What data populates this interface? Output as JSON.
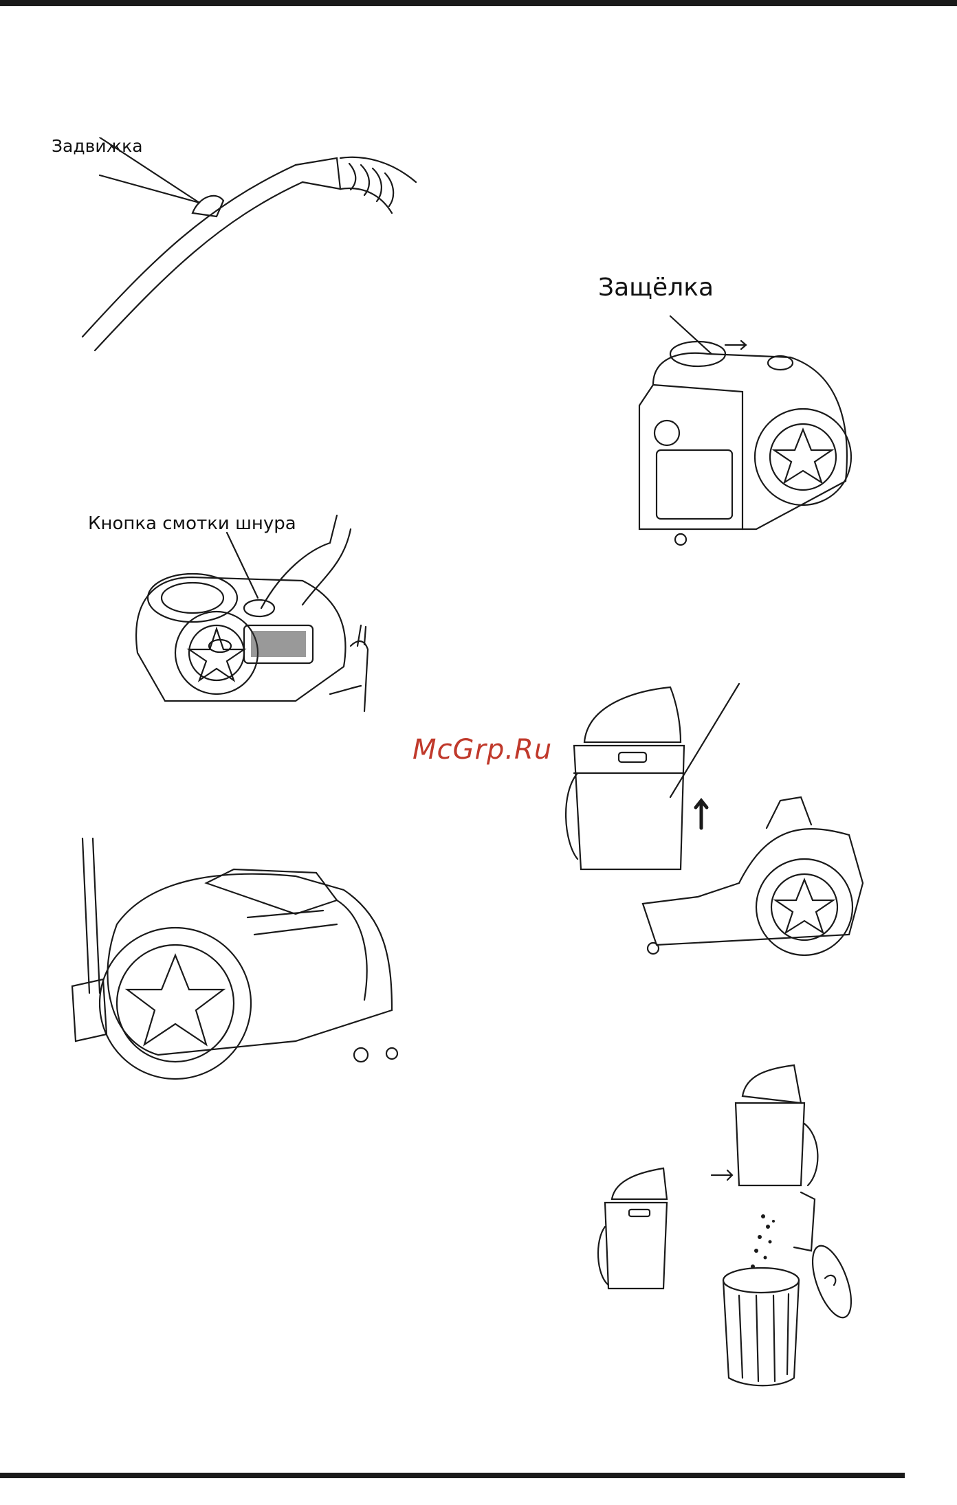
{
  "labels": {
    "valve": "Задвижка",
    "cord_rewind_button": "Кнопка смотки шнура",
    "latch": "Защёлка"
  },
  "watermark": "McGrp.Ru",
  "colors": {
    "line": "#1a1a1a",
    "watermark": "#c0392b"
  },
  "figures": [
    "hose-handle-with-valve",
    "cord-rewind-vacuum",
    "latch-vacuum",
    "vacuum-parked-side-view",
    "dust-container-removal",
    "dust-container-emptying"
  ]
}
